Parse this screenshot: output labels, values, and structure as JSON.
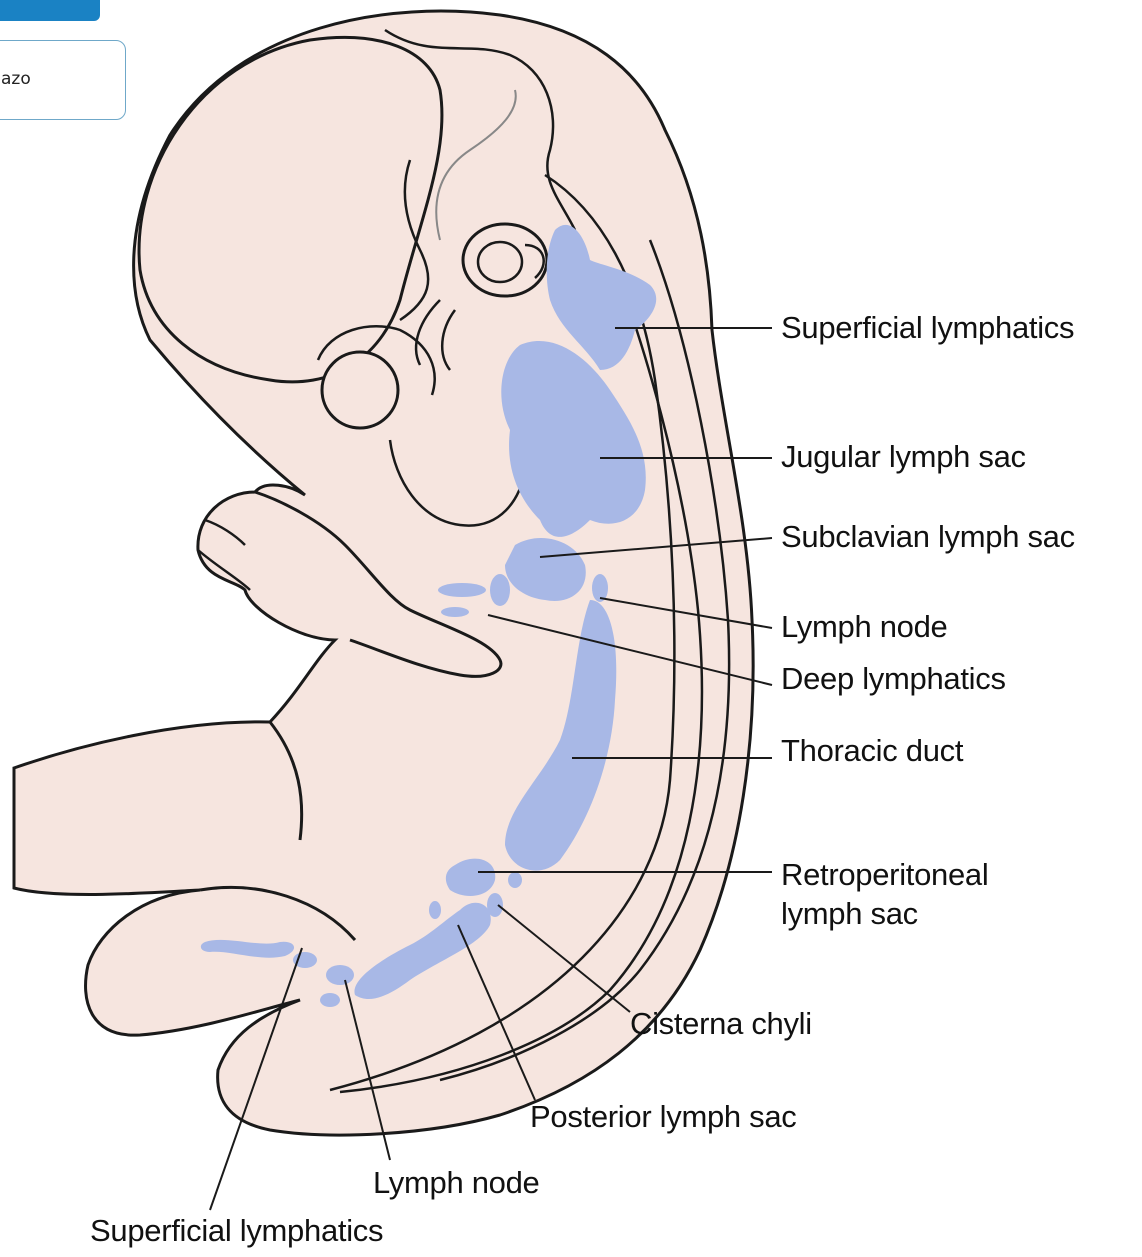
{
  "ui": {
    "search_value": "azo"
  },
  "colors": {
    "skin": "#f6e5df",
    "lymph": "#a8b8e6",
    "outline": "#1a1a1a",
    "accent_bar": "#1a82c4"
  },
  "labels": {
    "superficial_lymphatics_top": "Superficial lymphatics",
    "jugular_lymph_sac": "Jugular lymph sac",
    "subclavian_lymph_sac": "Subclavian lymph sac",
    "lymph_node_upper": "Lymph node",
    "deep_lymphatics": "Deep lymphatics",
    "thoracic_duct": "Thoracic duct",
    "retroperitoneal_line1": "Retroperitoneal",
    "retroperitoneal_line2": "lymph sac",
    "cisterna_chyli": "Cisterna chyli",
    "posterior_lymph_sac": "Posterior lymph sac",
    "lymph_node_lower": "Lymph node",
    "superficial_lymphatics_bottom": "Superficial lymphatics"
  }
}
